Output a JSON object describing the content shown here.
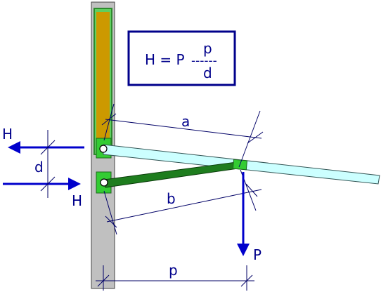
{
  "formula": {
    "lhs": "H = P",
    "numerator": "p",
    "fraction_bar": "------",
    "denominator": "d"
  },
  "labels": {
    "force_h_top": "H",
    "force_h_bottom": "H",
    "dim_d": "d",
    "dim_a": "a",
    "dim_b": "b",
    "dim_p": "p",
    "load_p": "P"
  },
  "colors": {
    "post_fill": "#c0c0c0",
    "post_stroke": "#333333",
    "panel_fill": "#cc9900",
    "panel_border": "#2d8a2d",
    "bracket_green": "#33cc33",
    "strut_green": "#1e7d1e",
    "beam_fill": "#ccffff",
    "arrow_blue": "#0000cc",
    "dimension_line": "#000066"
  }
}
